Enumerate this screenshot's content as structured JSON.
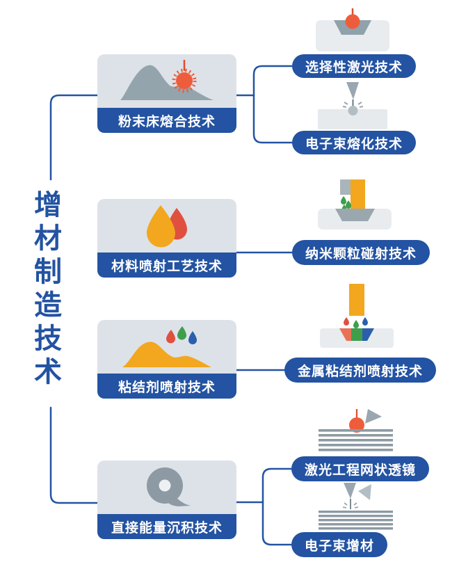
{
  "title": "增材制造技术",
  "colors": {
    "accent_blue": "#2353a2",
    "card_gray": "#dde2e8",
    "platform_gray": "#e9ecef",
    "steel_gray": "#93a4ad",
    "stripe_gray": "#8d9aa3",
    "orange_yellow": "#f2a71f",
    "red_orange": "#ee5d3b",
    "red": "#e0503f",
    "green": "#3e9e4c",
    "droplet_blue": "#2b5fae"
  },
  "branches": [
    {
      "label": "粉末床熔合技术",
      "icon": "powder-mound-laser-icon",
      "children": [
        {
          "label": "选择性激光技术",
          "icon": "laser-melt-pool-icon"
        },
        {
          "label": "电子束熔化技术",
          "icon": "electron-beam-nozzle-icon"
        }
      ]
    },
    {
      "label": "材料喷射工艺技术",
      "icon": "material-droplets-icon",
      "children": [
        {
          "label": "纳米颗粒碰射技术",
          "icon": "nano-jet-printhead-icon"
        }
      ]
    },
    {
      "label": "粘结剂喷射技术",
      "icon": "powder-mound-droplets-icon",
      "children": [
        {
          "label": "金属粘结剂喷射技术",
          "icon": "binder-printhead-icon"
        }
      ]
    },
    {
      "label": "直接能量沉积技术",
      "icon": "wire-spool-icon",
      "children": [
        {
          "label": "激光工程网状透镜",
          "icon": "laser-cladding-layers-icon"
        },
        {
          "label": "电子束增材",
          "icon": "electron-beam-layers-icon"
        }
      ]
    }
  ]
}
